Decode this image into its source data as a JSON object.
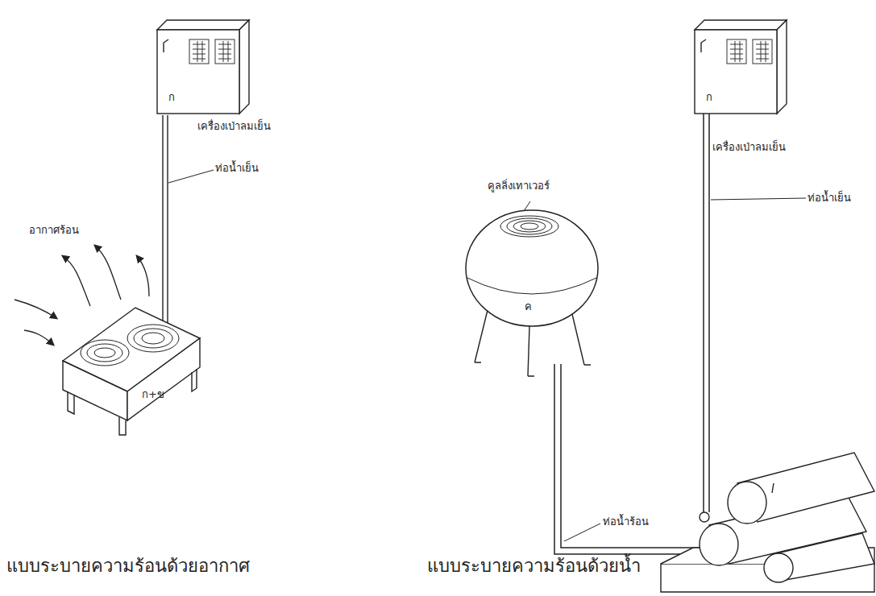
{
  "diagram": {
    "nodes": [
      {
        "text": [
          "ก",
          "เครื่องเป่าลมเย็น"
        ]
      },
      {
        "text": [
          "ก",
          "เครื่องเป่าลมเย็น"
        ]
      },
      {
        "text": [
          "ค",
          "คูลลิ่งเทาเวอร์"
        ]
      },
      {
        "text": [
          "ก+ข"
        ]
      }
    ],
    "edges": [
      {
        "from": 0,
        "to": 3,
        "label": "ท่อน้ำเย็น",
        "arrow": "none"
      }
    ],
    "labels": [
      "อากาศร้อน",
      "ท่อน้ำเย็น",
      "ท่อน้ำร้อน",
      "แบบระบายความร้อนด้วยอากาศ",
      "แบบระบายความร้อนด้วยน้ำ"
    ]
  }
}
